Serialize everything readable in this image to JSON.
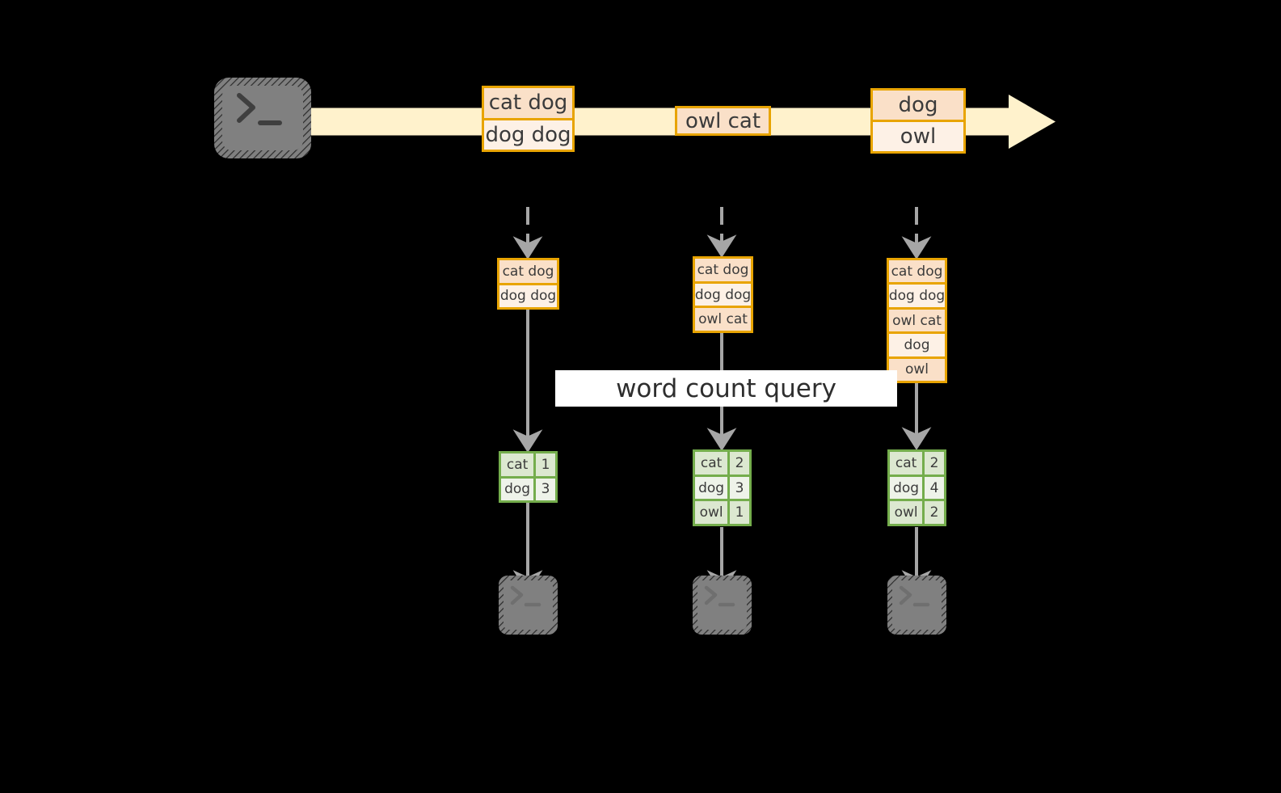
{
  "diagram": {
    "title": "word count query",
    "colors": {
      "background": "#000000",
      "stream_arrow": "#FFF2CC",
      "box_border": "#E8A400",
      "box_fill_dark": "#FAE0C8",
      "box_fill_light": "#FDF1E6",
      "table_border": "#74AD4C",
      "table_fill_dark": "#DCE8D0",
      "table_fill_light": "#EEF3E9",
      "arrow_gray": "#A6A6A6",
      "terminal_fill": "#808080",
      "label_band": "#FFFFFF"
    }
  },
  "stream": {
    "source_icon": "terminal-icon",
    "groups": [
      {
        "id": "g1",
        "rows": [
          "cat dog",
          "dog dog"
        ]
      },
      {
        "id": "g2",
        "rows": [
          "owl cat"
        ]
      },
      {
        "id": "g3",
        "rows": [
          "dog",
          "owl"
        ]
      }
    ]
  },
  "columns": [
    {
      "id": "col1",
      "inbound_arrow": "dashed-down-arrow",
      "state_rows": [
        "cat dog",
        "dog dog"
      ],
      "result_header": null,
      "result_rows": [
        {
          "word": "cat",
          "count": "1"
        },
        {
          "word": "dog",
          "count": "3"
        }
      ],
      "sink_icon": "terminal-icon"
    },
    {
      "id": "col2",
      "inbound_arrow": "dashed-down-arrow",
      "state_rows": [
        "cat dog",
        "dog dog",
        "owl cat"
      ],
      "result_header": null,
      "result_rows": [
        {
          "word": "cat",
          "count": "2"
        },
        {
          "word": "dog",
          "count": "3"
        },
        {
          "word": "owl",
          "count": "1"
        }
      ],
      "sink_icon": "terminal-icon"
    },
    {
      "id": "col3",
      "inbound_arrow": "dashed-down-arrow",
      "state_rows": [
        "cat dog",
        "dog dog",
        "owl cat",
        "dog",
        "owl"
      ],
      "result_header": null,
      "result_rows": [
        {
          "word": "cat",
          "count": "2"
        },
        {
          "word": "dog",
          "count": "4"
        },
        {
          "word": "owl",
          "count": "2"
        }
      ],
      "sink_icon": "terminal-icon"
    }
  ],
  "label": {
    "text": "word count query"
  }
}
